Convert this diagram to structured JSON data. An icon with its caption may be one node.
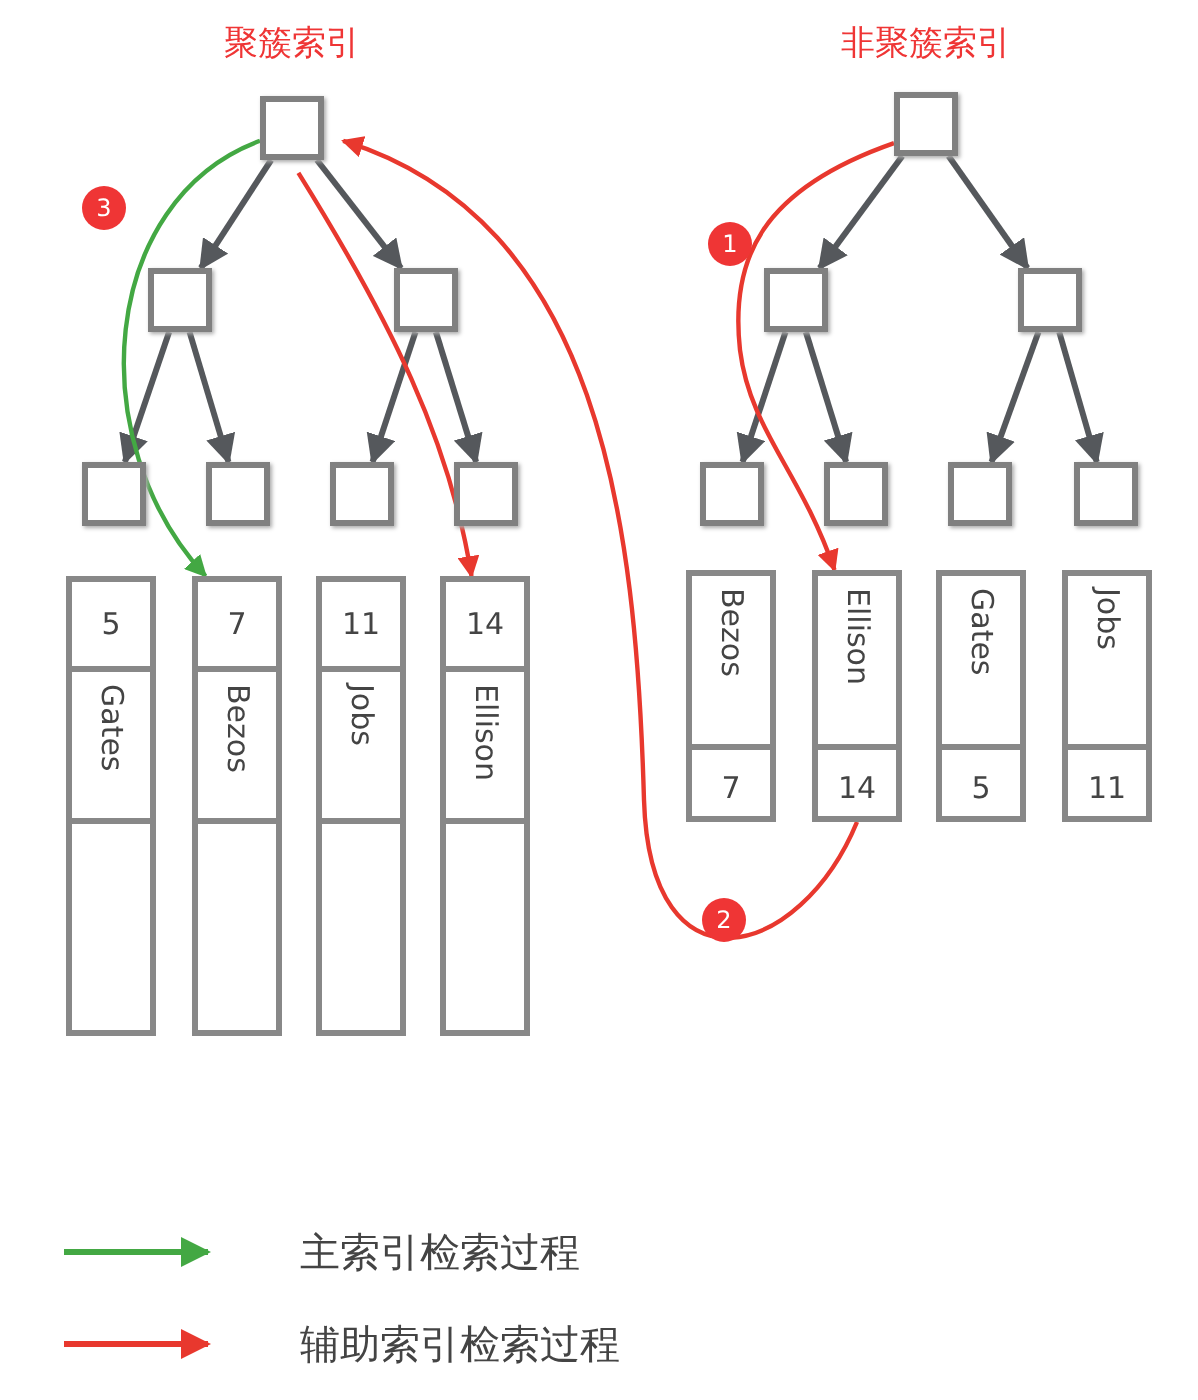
{
  "diagram": {
    "nodes": [
      {
        "text": [],
        "shape": "box"
      },
      {
        "text": [],
        "shape": "box"
      },
      {
        "text": [],
        "shape": "box"
      },
      {
        "text": [],
        "shape": "box"
      },
      {
        "text": [],
        "shape": "box"
      },
      {
        "text": [],
        "shape": "box"
      },
      {
        "text": [],
        "shape": "box"
      },
      {
        "text": [
          "5",
          "Gates"
        ]
      },
      {
        "text": [
          "7",
          "Bezos"
        ]
      },
      {
        "text": [
          "11",
          "Jobs"
        ]
      },
      {
        "text": [
          "14",
          "Ellison"
        ]
      },
      {
        "text": [],
        "shape": "box"
      },
      {
        "text": [],
        "shape": "box"
      },
      {
        "text": [],
        "shape": "box"
      },
      {
        "text": [],
        "shape": "box"
      },
      {
        "text": [],
        "shape": "box"
      },
      {
        "text": [],
        "shape": "box"
      },
      {
        "text": [],
        "shape": "box"
      },
      {
        "text": [
          "Bezos",
          "7"
        ]
      },
      {
        "text": [
          "Ellison",
          "14"
        ]
      },
      {
        "text": [
          "Gates",
          "5"
        ]
      },
      {
        "text": [
          "Jobs",
          "11"
        ]
      }
    ],
    "edges": [
      {
        "from": 0,
        "to": 1,
        "arrow": "to"
      },
      {
        "from": 0,
        "to": 2,
        "arrow": "to"
      },
      {
        "from": 1,
        "to": 3,
        "arrow": "to"
      },
      {
        "from": 1,
        "to": 4,
        "arrow": "to"
      },
      {
        "from": 2,
        "to": 5,
        "arrow": "to"
      },
      {
        "from": 2,
        "to": 6,
        "arrow": "to"
      },
      {
        "from": 11,
        "to": 12,
        "arrow": "to"
      },
      {
        "from": 11,
        "to": 13,
        "arrow": "to"
      },
      {
        "from": 12,
        "to": 14,
        "arrow": "to"
      },
      {
        "from": 12,
        "to": 15,
        "arrow": "to"
      },
      {
        "from": 13,
        "to": 16,
        "arrow": "to"
      },
      {
        "from": 13,
        "to": 17,
        "arrow": "to"
      },
      {
        "from": 0,
        "to": 8,
        "arrow": "to",
        "color": "#43a843"
      },
      {
        "from": 0,
        "to": 10,
        "arrow": "to",
        "color": "#e8382e"
      },
      {
        "from": 11,
        "to": 19,
        "arrow": "to",
        "color": "#e8382e"
      },
      {
        "from": 19,
        "to": 0,
        "arrow": "to",
        "color": "#e8382e"
      }
    ],
    "labels": [
      "聚簇索引",
      "非聚簇索引",
      "3",
      "1",
      "2"
    ],
    "legend": [
      {
        "text": "主索引检索过程"
      },
      {
        "text": "辅助索引检索过程"
      }
    ]
  }
}
